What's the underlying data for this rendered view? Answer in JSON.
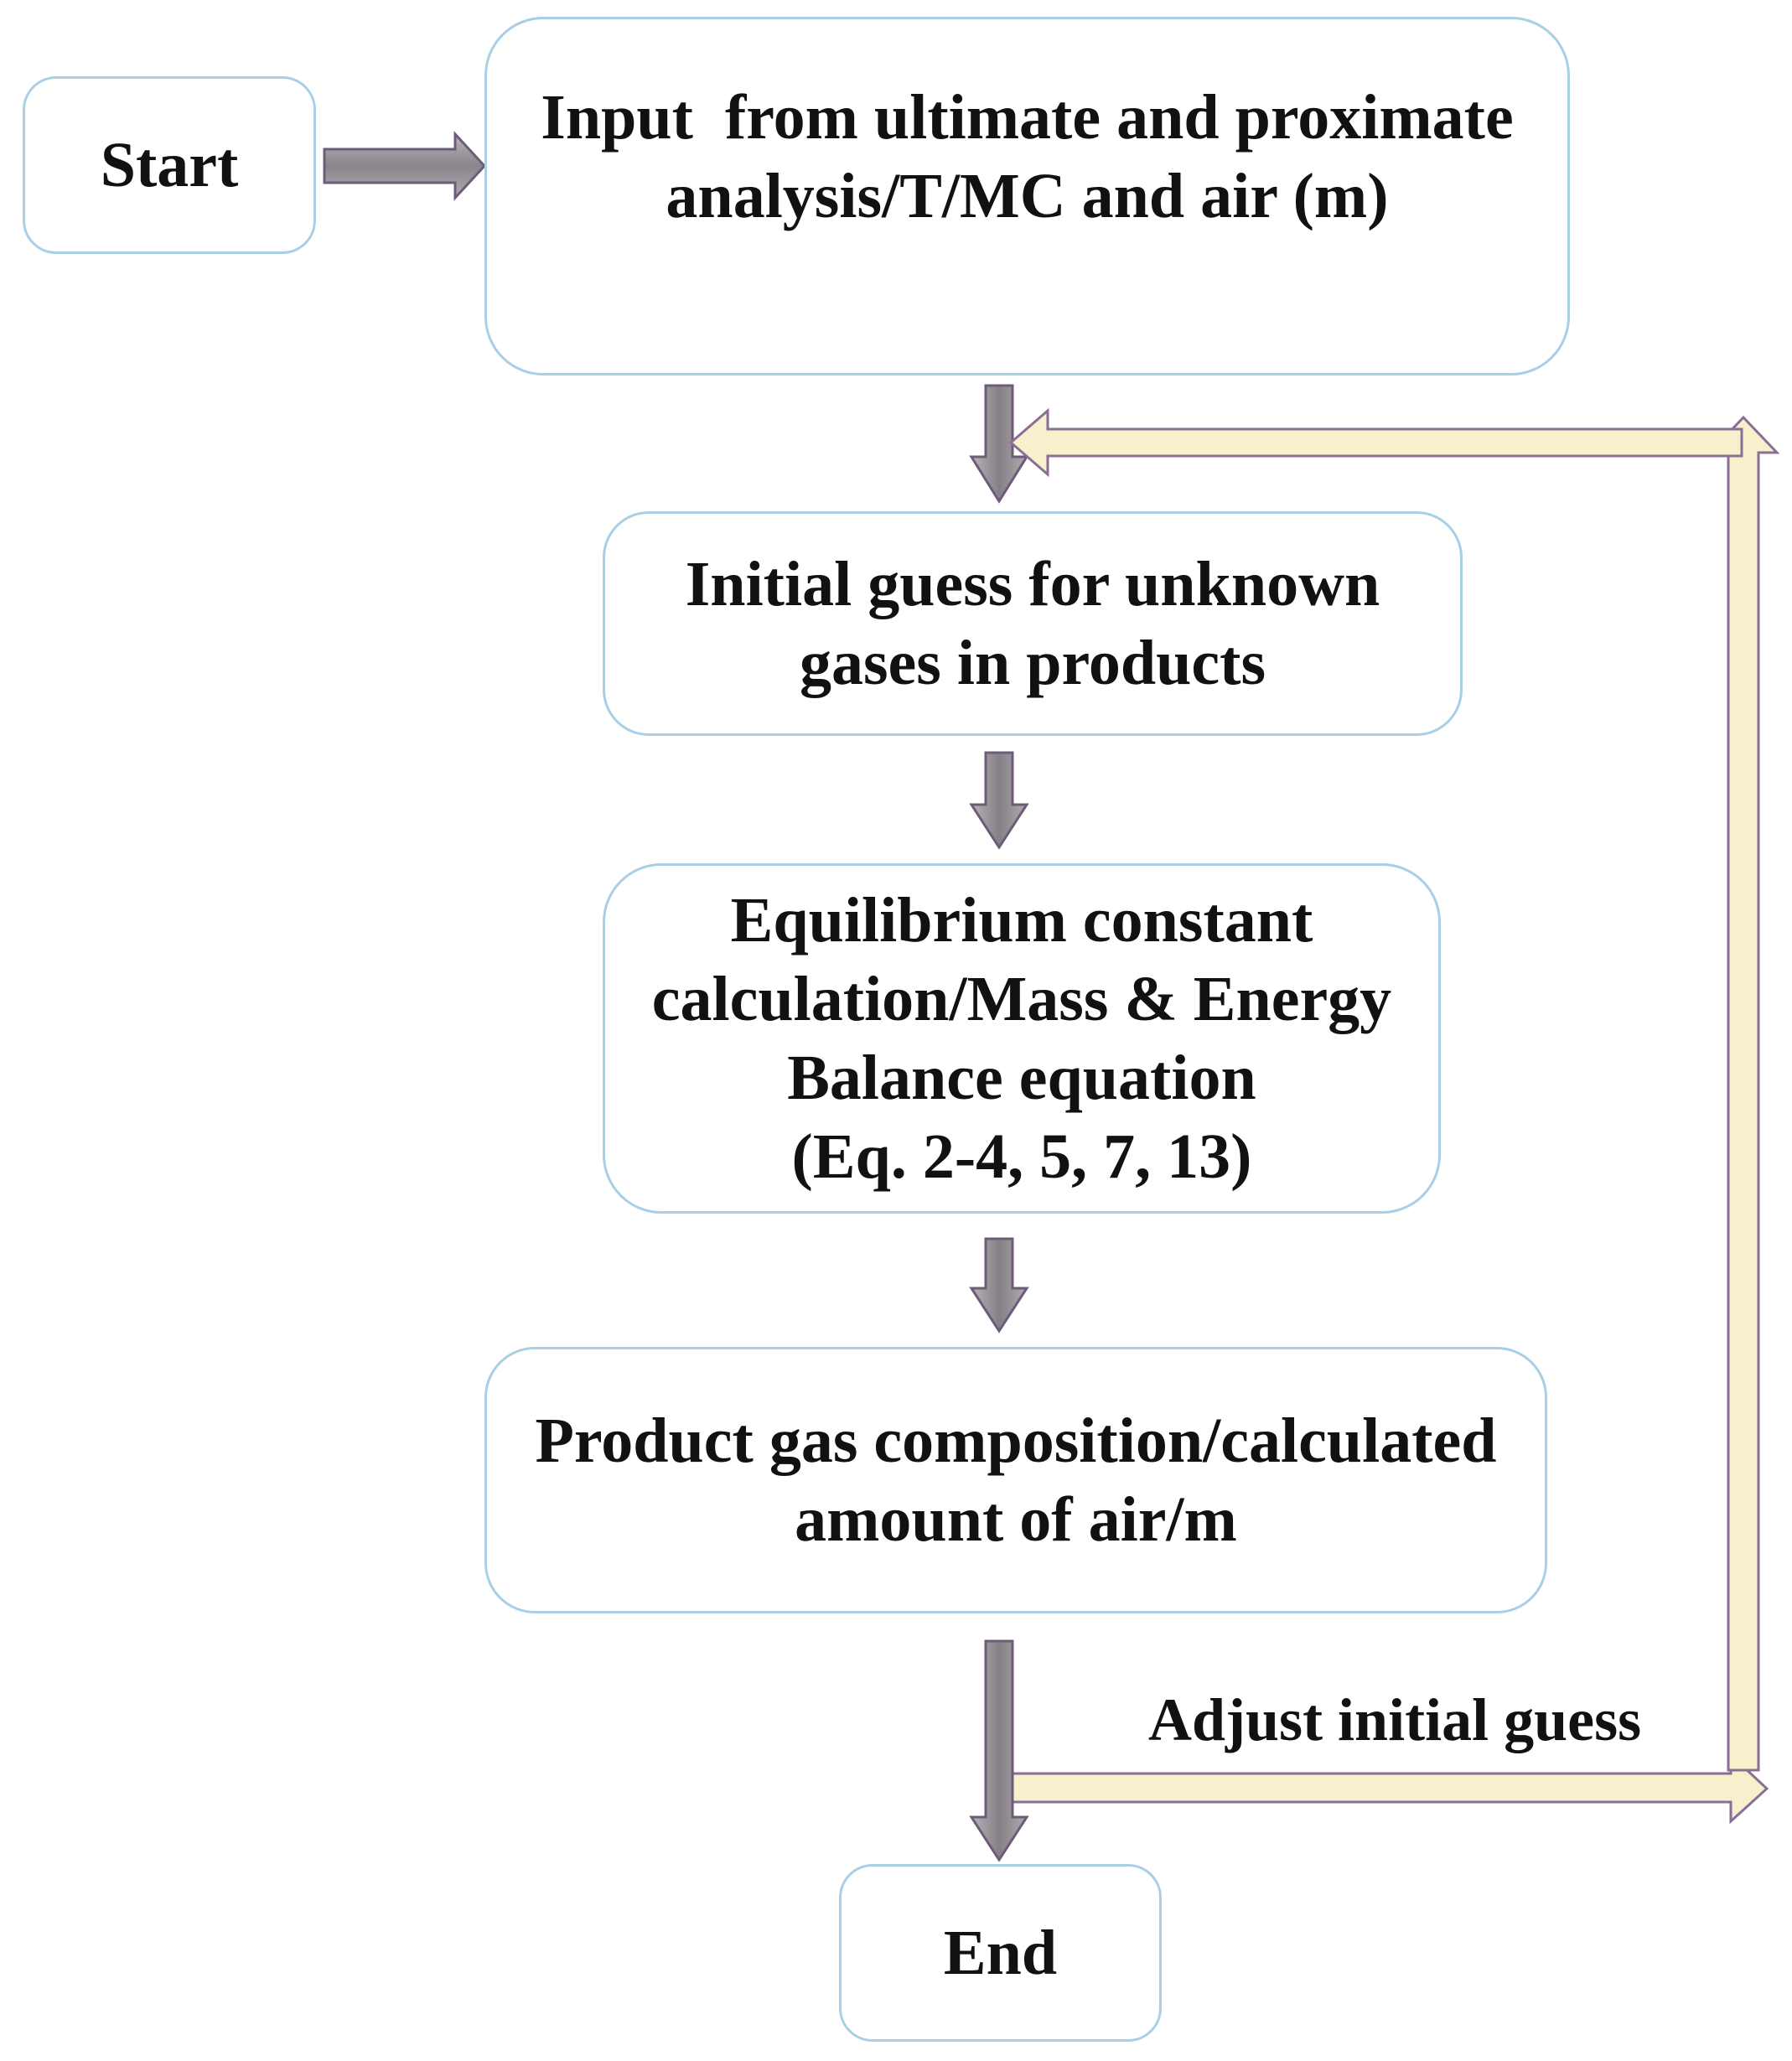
{
  "nodes": {
    "start": {
      "label": "Start"
    },
    "input": {
      "lines": [
        "Input  from ultimate and proximate",
        "analysis/T/MC and air (m)"
      ]
    },
    "guess": {
      "lines": [
        "Initial guess for unknown",
        "gases in products"
      ]
    },
    "equilibrium": {
      "lines": [
        "Equilibrium constant",
        "calculation/Mass & Energy",
        "Balance equation",
        "(Eq. 2-4, 5, 7, 13)"
      ]
    },
    "product": {
      "lines": [
        "Product gas composition/calculated",
        "amount of air/m"
      ]
    },
    "end": {
      "label": "End"
    }
  },
  "loop": {
    "label": "Adjust initial guess"
  },
  "colors": {
    "box_border": "#a9cfe6",
    "arrow_fill": "#8f8a8f",
    "arrow_outline": "#6e5b78",
    "loop_fill": "#f6f0cc",
    "loop_outline": "#8b6e96"
  }
}
